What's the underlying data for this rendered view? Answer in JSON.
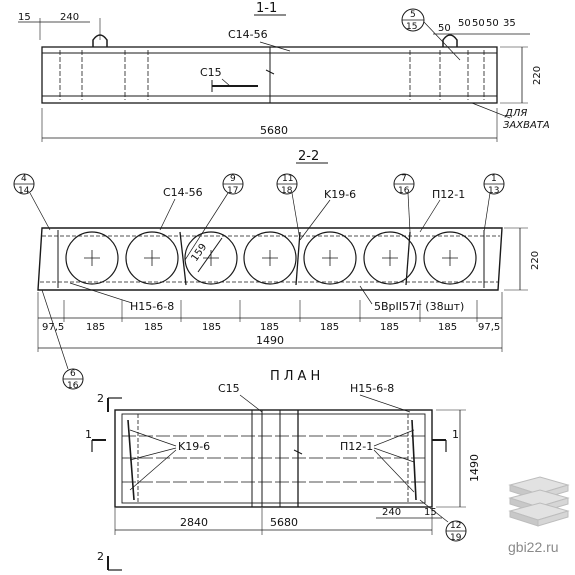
{
  "sections": {
    "s11": {
      "title": "1-1",
      "bubble": {
        "top": "5",
        "bottom": "15"
      },
      "dims_top": [
        "15",
        "240",
        "50",
        "50",
        "50",
        "50",
        "35"
      ],
      "rebar": [
        "C14-56",
        "C15"
      ],
      "height": "220",
      "length": "5680",
      "note_line1": "ДЛЯ",
      "note_line2": "ЗАХВАТА"
    },
    "s22": {
      "title": "2-2",
      "bubbles": [
        {
          "top": "4",
          "bottom": "14"
        },
        {
          "top": "9",
          "bottom": "17"
        },
        {
          "top": "11",
          "bottom": "18"
        },
        {
          "top": "7",
          "bottom": "16"
        },
        {
          "top": "1",
          "bottom": "13"
        }
      ],
      "rebar": [
        "C14-56",
        "K19-6",
        "П12-1",
        "H15-6-8"
      ],
      "hole_dim": "159",
      "height": "220",
      "bar_note": "5ВрII57г (38шт)",
      "spacing": [
        "97,5",
        "185",
        "185",
        "185",
        "185",
        "185",
        "185",
        "185",
        "97,5"
      ],
      "total": "1490"
    },
    "plan": {
      "title": "ПЛАН",
      "bubble_left": {
        "top": "6",
        "bottom": "16"
      },
      "bubble_right": {
        "top": "12",
        "bottom": "19"
      },
      "rebar": [
        "C15",
        "H15-6-8",
        "K19-6",
        "П12-1"
      ],
      "cut_marks": [
        "1",
        "1",
        "2",
        "2"
      ],
      "width": "1490",
      "half": "2840",
      "length": "5680",
      "end_dims": [
        "240",
        "15"
      ]
    }
  },
  "watermark": "gbi22.ru"
}
